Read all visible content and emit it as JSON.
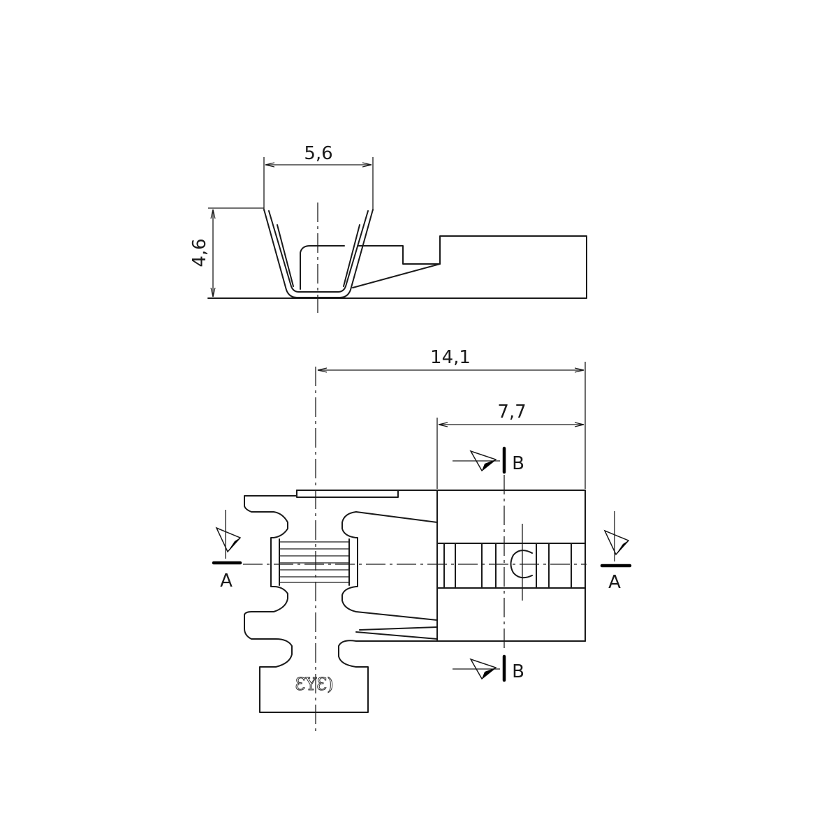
{
  "dimensions": {
    "top_width": "5,6",
    "top_height": "4,6",
    "overall_length": "14,1",
    "contact_length": "7,7"
  },
  "section_labels": {
    "a_left": "A",
    "a_right": "A",
    "b_top": "B",
    "b_bottom": "B"
  },
  "logo_mark": "ƐYƐ)"
}
